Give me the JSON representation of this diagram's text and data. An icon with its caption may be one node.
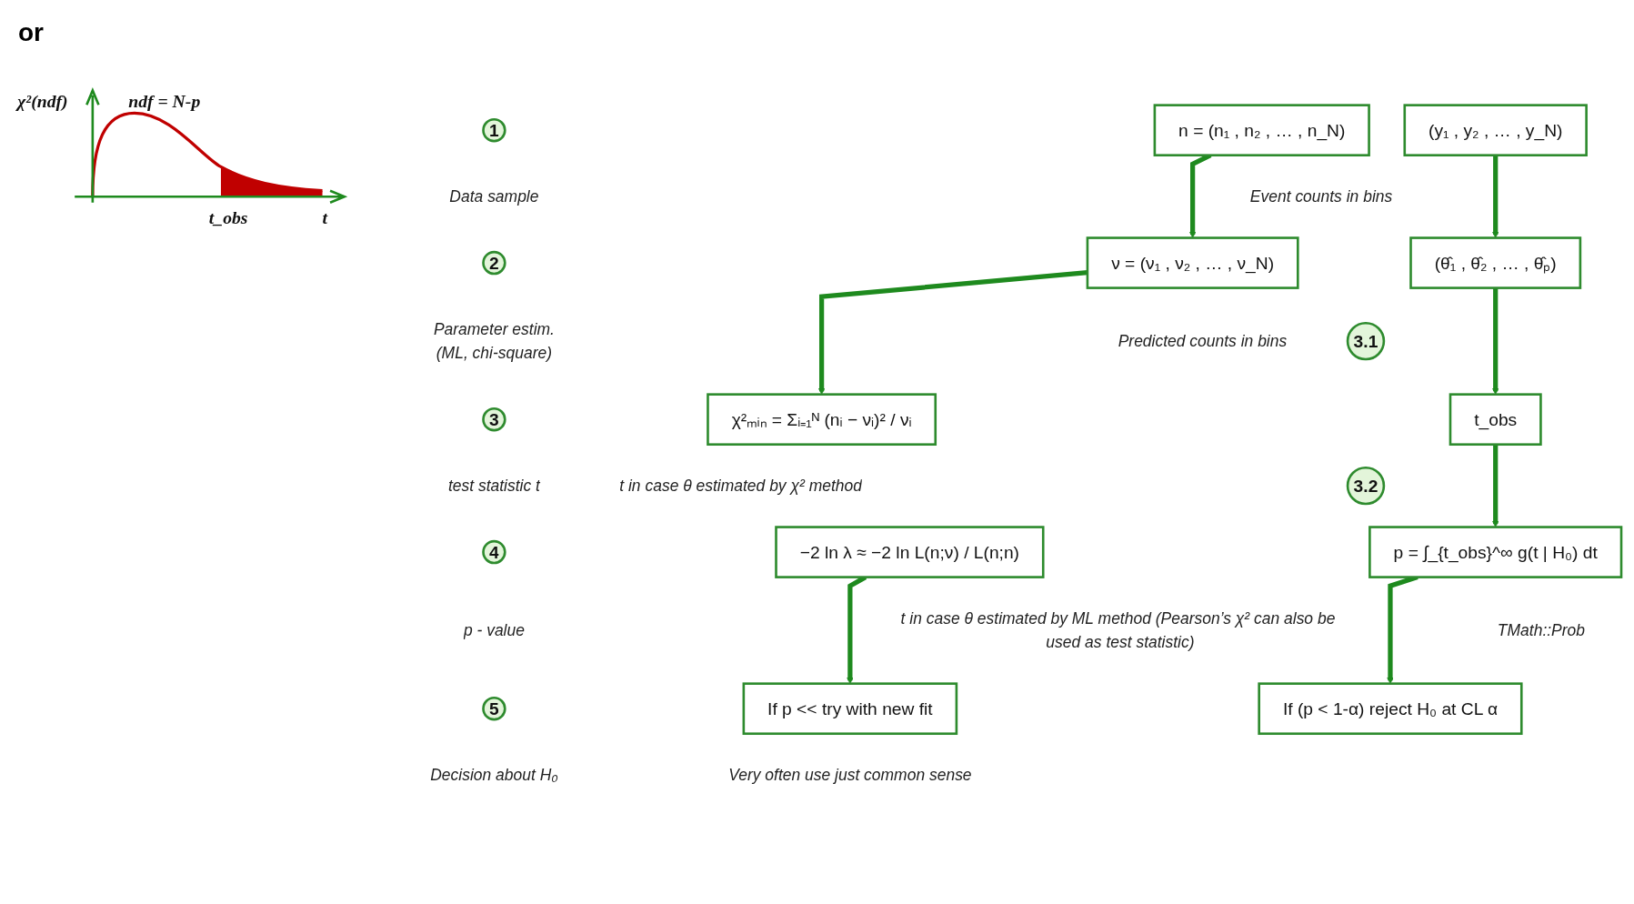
{
  "diagram": {
    "nodes": [
      {
        "text": [
          "1"
        ],
        "beside": [
          "Data sample"
        ]
      },
      {
        "text": [
          "(y₁ , y₂ , … , y_N)"
        ]
      },
      {
        "text": [
          "n = (n₁ , n₂ , … , n_N)"
        ],
        "beside": [
          "Event counts in bins"
        ]
      },
      {
        "text": [
          "2"
        ],
        "beside": [
          "Parameter estim.",
          "(ML, chi-square)"
        ]
      },
      {
        "text": [
          "(θ̂₁ , θ̂₂ , … , θ̂ₚ)"
        ]
      },
      {
        "text": [
          "ν = (ν₁ , ν₂ , … , ν_N)"
        ],
        "beside": [
          "Predicted counts in bins"
        ]
      },
      {
        "text": [
          "3"
        ],
        "beside": [
          "test statistic t"
        ]
      },
      {
        "text": [
          "t_obs"
        ]
      },
      {
        "text": [
          "3.1"
        ]
      },
      {
        "text": [
          "χ²ₘᵢₙ = Σᵢ₌₁ᴺ (nᵢ − νᵢ)² / νᵢ"
        ],
        "beside": [
          "t in case θ estimated by χ² method"
        ]
      },
      {
        "text": [
          "4"
        ],
        "beside": [
          "p - value"
        ]
      },
      {
        "text": [
          "p = ∫_{t_obs}^∞ g(t | H₀) dt"
        ],
        "beside": [
          "TMath::Prob"
        ]
      },
      {
        "text": [
          "3.2"
        ]
      },
      {
        "text": [
          "−2 ln λ ≈ −2 ln L(n;ν) / L(n;n)"
        ],
        "beside": [
          "t in case θ estimated by ML method (Pearson’s χ² can also be used as test statistic)"
        ]
      },
      {
        "text": [
          "5"
        ],
        "beside": [
          "Decision about H₀"
        ]
      },
      {
        "text": [
          "If (p < 1-α) reject H₀ at CL α"
        ]
      },
      {
        "text": [
          "If p << try with new fit"
        ],
        "beside": [
          "Very often use just common sense"
        ]
      }
    ],
    "edges": [
      {
        "from": 1,
        "to": 4,
        "arrow": "to"
      },
      {
        "from": 4,
        "to": 7,
        "arrow": "to"
      },
      {
        "from": 7,
        "to": 11,
        "arrow": "to"
      },
      {
        "from": 11,
        "to": 15,
        "arrow": "to"
      },
      {
        "from": 2,
        "to": 5,
        "arrow": "to"
      },
      {
        "from": 5,
        "to": 9,
        "arrow": "to"
      },
      {
        "from": 13,
        "to": 16,
        "arrow": "to"
      }
    ],
    "labels": [
      "or",
      "χ²(ndf)",
      "ndf = N-p",
      "t_obs",
      "t"
    ]
  }
}
